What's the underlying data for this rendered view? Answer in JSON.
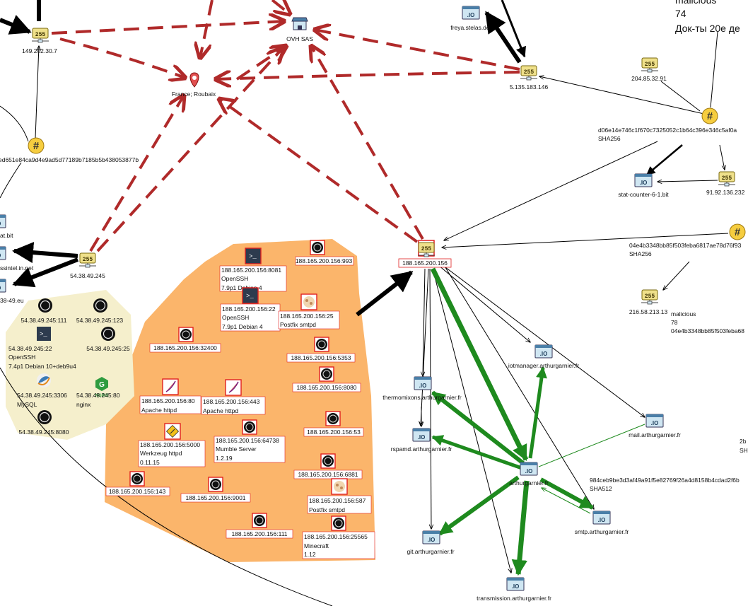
{
  "colors": {
    "dashed_edge": "#b02a2a",
    "green_edge": "#1e8a1e",
    "black_edge": "#000000",
    "cluster_orange": "#fbb56b",
    "cluster_beige": "#f5efcc",
    "ip_icon_fill": "#efe08a",
    "domain_icon_fill": "#cfe6f2",
    "hash_icon_fill": "#f6cd3f",
    "highlight_border": "#e02020"
  },
  "header_text": {
    "line1": "malicious",
    "line2": "74",
    "line3": "Док-ты 20е де"
  },
  "infra_nodes": {
    "ovh": "OVH SAS",
    "france": "France; Roubaix",
    "freya": "freya.stelas.de",
    "ip_149": "149.202.30.7",
    "ip_5135": "5.135.183.146",
    "ip_204": "204.85.32.91",
    "ip_91": "91.92.136.232",
    "ip_216": "216.58.213.13",
    "ip_54": "54.38.49.245",
    "ip_188": "188.165.200.156",
    "stat_counter": "stat-counter-6-1.bit",
    "left_bit": "at.bit",
    "left_inet": "ssintel.in.net",
    "left_eu": "38-49.eu"
  },
  "hashes": {
    "h1": "d06e14e746c1f670c7325052c1b64c396e346c5af0a",
    "h1_type": "SHA256",
    "h2": "04e4b3348bb85f503feba6817ae78d76f93",
    "h2_type": "SHA256",
    "h3": "ed651e84ca9d4e9ad5d77189b7185b5b438053877b",
    "h4_label": "malicious",
    "h4_count": "78",
    "h4": "04e4b3348bb85f503feba68",
    "h5": "984ceb9be3d3af49a91f5e82769f26a4d8158b4cdad2f6b",
    "h5_type": "SHA512",
    "right_edge_1": "2b",
    "right_edge_2": "SH"
  },
  "domains": {
    "iotmanager": "iotmanager.arthurgarnier.fr",
    "thermomixons": "thermomixons.arthurgarnier.fr",
    "rspamd": "rspamd.arthurgarnier.fr",
    "mail": "mail.arthurgarnier.fr",
    "arthurgarnier": "arthurgarnier.fr",
    "smtp": "smtp.arthurgarnier.fr",
    "git": "git.arthurgarnier.fr",
    "transmission": "transmission.arthurgarnier.fr"
  },
  "ports_54": {
    "p111": "54.38.49.245:111",
    "p123": "54.38.49.245:123",
    "p22": "54.38.49.245:22",
    "p22_l2": "OpenSSH",
    "p22_l3": "7.4p1 Debian 10+deb9u4",
    "p25": "54.38.49.245:25",
    "p3306": "54.38.49.245:3306",
    "p3306_l2": "MySQL",
    "p80": "54.38.49.245:80",
    "p80_l2": "nginx",
    "p8080": "54.38.49.245:8080"
  },
  "ports_188": {
    "p8081": "188.165.200.156:8081",
    "p8081_l2": "OpenSSH",
    "p8081_l3": "7.9p1 Debian 4",
    "p993": "188.165.200.156:993",
    "p22": "188.165.200.156:22",
    "p22_l2": "OpenSSH",
    "p22_l3": "7.9p1 Debian 4",
    "p25": "188.165.200.156:25",
    "p25_l2": "Postfix smtpd",
    "p32400": "188.165.200.156:32400",
    "p5353": "188.165.200.156:5353",
    "p8080": "188.165.200.156:8080",
    "p80": "188.165.200.156:80",
    "p80_l2": "Apache httpd",
    "p443": "188.165.200.156:443",
    "p443_l2": "Apache httpd",
    "p5000": "188.165.200.156:5000",
    "p5000_l2": "Werkzeug httpd",
    "p5000_l3": "0.11.15",
    "p64738": "188.165.200.156:64738",
    "p64738_l2": "Mumble Server",
    "p64738_l3": "1.2.19",
    "p53": "188.165.200.156:53",
    "p6881": "188.165.200.156:6881",
    "p143": "188.165.200.156:143",
    "p9001": "188.165.200.156:9001",
    "p587": "188.165.200.156:587",
    "p587_l2": "Postfix smtpd",
    "p111": "188.165.200.156:111",
    "p25565": "188.165.200.156:25565",
    "p25565_l2": "Minecraft",
    "p25565_l3": "1.12"
  }
}
